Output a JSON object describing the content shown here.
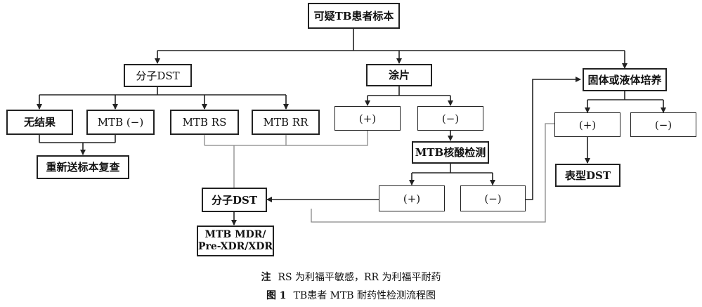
{
  "nodes": {
    "root": "可疑TB患者标本",
    "molecular_dst": "分子DST",
    "smear": "涂片",
    "culture": "固体或液体培养",
    "no_result": "无结果",
    "mtb_neg": "MTB (−)",
    "mtb_rs": "MTB RS",
    "mtb_rr": "MTB RR",
    "smear_pos": "(+)",
    "smear_neg": "(−)",
    "culture_pos": "(+)",
    "culture_neg": "(−)",
    "resubmit": "重新送标本复查",
    "nucleic_test": "MTB核酸检测",
    "phenotypic_dst": "表型DST",
    "nucleic_pos": "(+)",
    "nucleic_neg": "(−)",
    "molecular_dst2": "分子DST",
    "mdr_result": "MTB MDR/\nPre-XDR/XDR"
  },
  "note": {
    "label": "注",
    "text": "RS 为利福平敏感，RR 为利福平耐药"
  },
  "figure": {
    "label": "图 1",
    "title": "TB患者 MTB 耐药性检测流程图"
  },
  "colors": {
    "line": "#222222",
    "line_light": "#888888"
  }
}
